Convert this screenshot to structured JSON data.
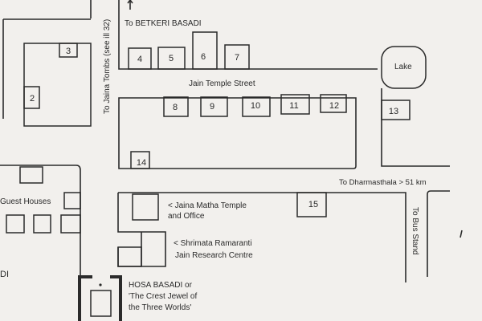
{
  "roads": {
    "jain_temple_street": "Jain Temple Street",
    "to_betkeri": "To BETKERI BASADI",
    "to_jaina_tombs": "To Jaina Tombs (see ill 32)",
    "to_dharmasthala": "To Dharmasthala > 51 km",
    "to_bus_stand": "To Bus Stand"
  },
  "landmarks": {
    "lake": "Lake",
    "guest_houses": "Guest Houses",
    "partial_left_label": "DI",
    "jaina_matha_line1": "< Jaina Matha Temple",
    "jaina_matha_line2": "and Office",
    "shrimata_line1": "< Shrimata Ramaranti",
    "shrimata_line2": "Jain Research Centre",
    "hosa_line1": "HOSA BASADI  or",
    "hosa_line2": "'The Crest Jewel of",
    "hosa_line3": "the  Three  Worlds'"
  },
  "buildings": [
    "2",
    "3",
    "4",
    "5",
    "6",
    "7",
    "8",
    "9",
    "10",
    "11",
    "12",
    "13",
    "14",
    "15"
  ]
}
